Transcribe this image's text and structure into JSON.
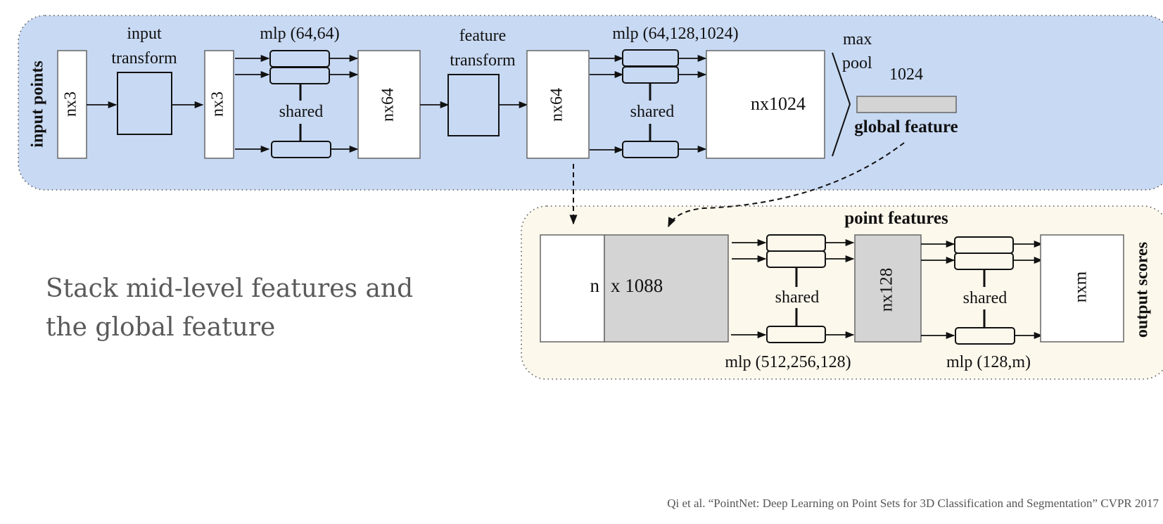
{
  "colors": {
    "top_panel_fill": "#c8d9f3",
    "bottom_panel_fill": "#fcf8ec",
    "panel_border": "#555555",
    "box_fill_white": "#ffffff",
    "box_fill_gray": "#d4d4d4",
    "box_stroke": "#666666",
    "caption_text": "#5a5a5a"
  },
  "top_panel": {
    "side_label": "input points",
    "input_box": "nx3",
    "input_transform_label_line1": "input",
    "input_transform_label_line2": "transform",
    "transformed_box": "nx3",
    "mlp1_label": "mlp (64,64)",
    "mlp1_shared": "shared",
    "features_box": "nx64",
    "feature_transform_label_line1": "feature",
    "feature_transform_label_line2": "transform",
    "transformed_features_box": "nx64",
    "mlp2_label": "mlp (64,128,1024)",
    "mlp2_shared": "shared",
    "big_box": "nx1024",
    "maxpool_line1": "max",
    "maxpool_line2": "pool",
    "global_dim": "1024",
    "global_feature_label": "global feature"
  },
  "bottom_panel": {
    "title": "point features",
    "concat_left": "n",
    "concat_right": "x 1088",
    "mlp3_label": "mlp (512,256,128)",
    "mlp3_shared": "shared",
    "point_features_box": "nx128",
    "mlp4_label": "mlp (128,m)",
    "mlp4_shared": "shared",
    "output_box": "nxm",
    "side_label": "output scores"
  },
  "caption": {
    "line1": "Stack mid-level features and",
    "line2": "the global feature"
  },
  "citation": "Qi et al. “PointNet: Deep Learning on Point Sets for 3D Classification and Segmentation” CVPR 2017"
}
